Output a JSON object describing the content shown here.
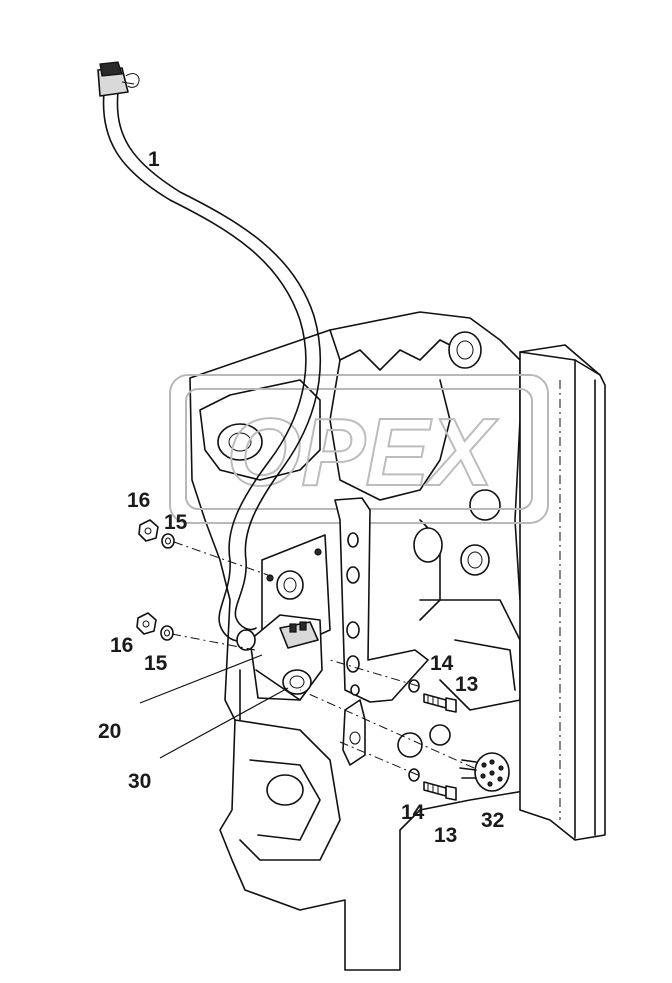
{
  "diagram": {
    "watermark": "OPEX",
    "callouts": [
      {
        "id": "1",
        "text": "1"
      },
      {
        "id": "16a",
        "text": "16"
      },
      {
        "id": "15a",
        "text": "15"
      },
      {
        "id": "16b",
        "text": "16"
      },
      {
        "id": "15b",
        "text": "15"
      },
      {
        "id": "14a",
        "text": "14"
      },
      {
        "id": "13a",
        "text": "13"
      },
      {
        "id": "20",
        "text": "20"
      },
      {
        "id": "30",
        "text": "30"
      },
      {
        "id": "14b",
        "text": "14"
      },
      {
        "id": "13b",
        "text": "13"
      },
      {
        "id": "32",
        "text": "32"
      }
    ]
  }
}
